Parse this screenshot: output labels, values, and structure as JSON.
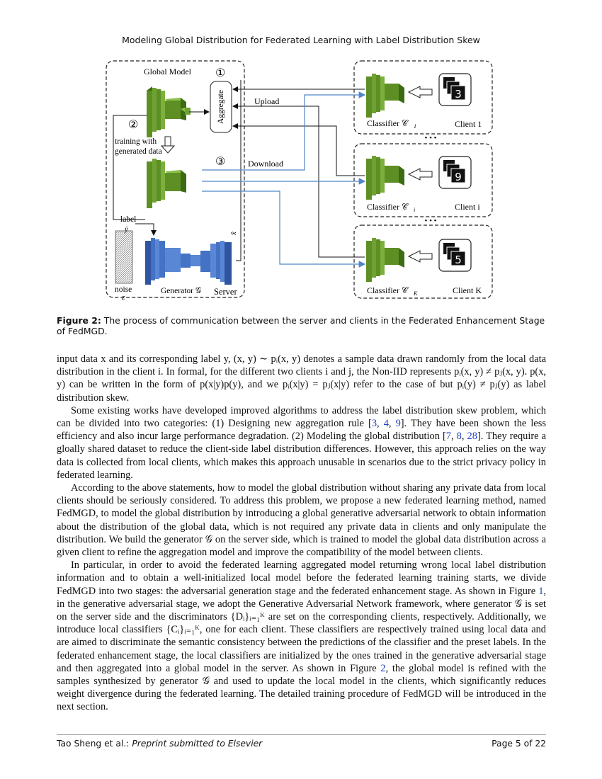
{
  "header": {
    "running_title": "Modeling Global Distribution for Federated Learning with Label Distribution Skew"
  },
  "figure": {
    "server": {
      "title": "Global Model",
      "step1": "①",
      "step2": "②",
      "step3": "③",
      "aggregate": "Aggregate",
      "training_line1": "training with",
      "training_line2": "generated data",
      "label_text": "label",
      "label_symbol": "ŷ",
      "noise_text": "noise",
      "noise_symbol": "z",
      "x_hat": "x̂",
      "generator": "Generator 𝒢",
      "server_label": "Server"
    },
    "arrows": {
      "upload": "Upload",
      "download": "Download"
    },
    "clients": [
      {
        "classifier": "Classifier 𝒞",
        "sub": "1",
        "client": "Client 1",
        "digit": "3"
      },
      {
        "classifier": "Classifier 𝒞",
        "sub": "i",
        "client": "Client i",
        "digit": "9"
      },
      {
        "classifier": "Classifier 𝒞",
        "sub": "K",
        "client": "Client K",
        "digit": "5"
      }
    ],
    "ellipsis": "• • •",
    "colors": {
      "green": "#5e8f25",
      "blue": "#4472c4",
      "arrow_blue": "#4f86c6"
    }
  },
  "caption": {
    "label": "Figure 2:",
    "text": "The process of communication between the server and clients in the Federated Enhancement Stage of FedMGD."
  },
  "body": {
    "p1": "input data x and its corresponding label y, (x, y) ∼ pᵢ(x, y) denotes a sample data drawn randomly from the local data distribution in the client i. In formal, for the different two clients i and j, the Non-IID represents pᵢ(x, y) ≠ pⱼ(x, y). p(x, y) can be written in the form of p(x|y)p(y), and we pᵢ(x|y) = pⱼ(x|y) refer to the case of but pᵢ(y) ≠ pⱼ(y) as label distribution skew.",
    "p2a": "Some existing works have developed improved algorithms to address the label distribution skew problem, which can be divided into two categories: (1) Designing new aggregation rule [",
    "p2_ref1": "3",
    "p2_ref2": "4",
    "p2_ref3": "9",
    "p2b": "]. They have been shown the less efficiency and also incur large performance degradation. (2) Modeling the global distribution [",
    "p2_ref4": "7",
    "p2_ref5": "8",
    "p2_ref6": "28",
    "p2c": "]. They require a gloally shared dataset to reduce the client-side label distribution differences. However, this approach relies on the way data is collected from local clients, which makes this approach unusable in scenarios due to the strict privacy policy in federated learning.",
    "p3": "According to the above statements, how to model the global distribution without sharing any private data from local clients should be seriously considered. To address this problem, we propose a new federated learning method, named FedMGD, to model the global distribution by introducing a global generative adversarial network to obtain information about the distribution of the global data, which is not required any private data in clients and only manipulate the distribution. We build the generator 𝒢 on the server side, which is trained to model the global data distribution across a given client to refine the aggregation model and improve the compatibility of the model between clients.",
    "p4a": "In particular, in order to avoid the federated learning aggregated model returning wrong local label distribution information and to obtain a well-initialized local model before the federated learning training starts, we divide FedMGD into two stages: the adversarial generation stage and the federated enhancement stage. As shown in Figure ",
    "p4_ref1": "1",
    "p4b": ", in the generative adversarial stage, we adopt the Generative Adversarial Network framework, where generator 𝒢 is set on the server side and the discriminators {Dᵢ}ᵢ₌₁ᴷ are set on the corresponding clients, respectively. Additionally, we introduce local classifiers {Cᵢ}ᵢ₌₁ᴷ, one for each client. These classifiers are respectively trained using local data and are aimed to discriminate the semantic consistency between the predictions of the classifier and the preset labels. In the federated enhancement stage, the local classifiers are initialized by the ones trained in the generative adversarial stage and then aggregated into a global model in the server. As shown in Figure ",
    "p4_ref2": "2",
    "p4c": ", the global model is refined with the samples synthesized by generator 𝒢 and used to update the local model in the clients, which significantly reduces weight divergence during the federated learning. The detailed training procedure of FedMGD will be introduced in the next section."
  },
  "footer": {
    "authors": "Tao Sheng et al.:",
    "venue": "Preprint submitted to Elsevier",
    "page": "Page 5 of 22"
  }
}
